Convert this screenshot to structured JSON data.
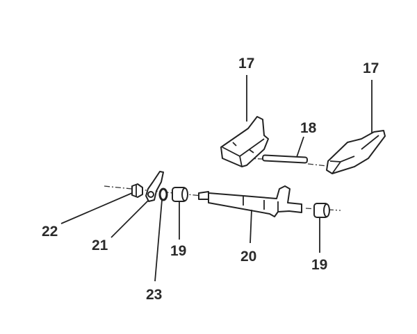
{
  "diagram": {
    "callouts": [
      {
        "id": "17a",
        "label": "17",
        "part": "shift-fork"
      },
      {
        "id": "17b",
        "label": "17",
        "part": "shift-fork"
      },
      {
        "id": "18",
        "label": "18",
        "part": "pin"
      },
      {
        "id": "22",
        "label": "22",
        "part": "nut"
      },
      {
        "id": "21",
        "label": "21",
        "part": "lever"
      },
      {
        "id": "23",
        "label": "23",
        "part": "o-ring"
      },
      {
        "id": "19a",
        "label": "19",
        "part": "bushing"
      },
      {
        "id": "20",
        "label": "20",
        "part": "shift-shaft"
      },
      {
        "id": "19b",
        "label": "19",
        "part": "bushing"
      }
    ]
  }
}
